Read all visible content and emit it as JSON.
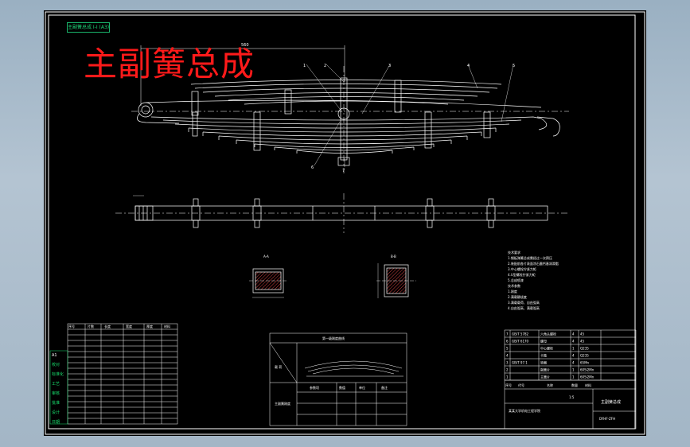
{
  "drawing": {
    "tag": "主副簧总成 I-I (A3)",
    "title": "主副簧总成",
    "dimension_top": "560",
    "callouts": [
      "1",
      "2",
      "3",
      "4",
      "5",
      "6",
      "7"
    ],
    "section_label_a": "A-A",
    "section_label_b": "B-B",
    "notes_heading": "技术要求",
    "notes": [
      "1.钢板弹簧总成需经过一次预压",
      "2.装配前各片表面涂石墨钙基润滑脂",
      "3.中心螺栓拧紧力矩",
      "4.U型螺栓拧紧力矩",
      "5.总成喷漆",
      "技术参数",
      "1.刚度",
      "2.满载静挠度",
      "3.满载载荷、自由弧高",
      "4.自由弧高、满载弧高"
    ],
    "chart_title": "第一级刚度曲线",
    "chart_ylabel": "载 荷",
    "param_table": {
      "row_label": "主副簧刚度",
      "head": [
        "参数项",
        "数值",
        "单位",
        "备注"
      ]
    },
    "left_table": {
      "head": [
        "序号",
        "片数",
        "长度",
        "宽度",
        "厚度",
        "材料"
      ],
      "side_labels": [
        "A1",
        "校对",
        "标准化",
        "工艺",
        "审核",
        "批准",
        "设计",
        "日期"
      ]
    },
    "bom": {
      "rows": [
        [
          "7",
          "GB/T 5782",
          "六角头螺栓",
          "4",
          "45"
        ],
        [
          "6",
          "GB/T 6170",
          "螺母",
          "4",
          "45"
        ],
        [
          "5",
          "",
          "中心螺栓",
          "1",
          "Q235"
        ],
        [
          "4",
          "",
          "卡箍",
          "4",
          "Q235"
        ],
        [
          "3",
          "GB/T 97.1",
          "垫圈",
          "4",
          "65Mn"
        ],
        [
          "2",
          "",
          "副簧片",
          "1",
          "60Si2Mn"
        ],
        [
          "1",
          "",
          "主簧片",
          "1",
          "60Si2Mn"
        ]
      ],
      "head": [
        "序号",
        "代号",
        "名称",
        "数量",
        "材料"
      ]
    },
    "title_block": {
      "name": "主副簧总成",
      "code": "DYHF-ZFH",
      "school": "某某大学机电工程学院",
      "scale": "1:5"
    }
  }
}
